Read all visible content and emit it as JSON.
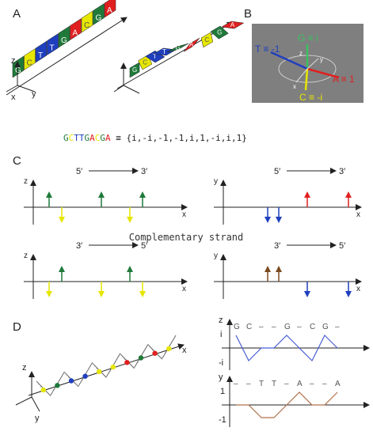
{
  "panels": {
    "a": "A",
    "b": "B",
    "c": "C",
    "d": "D"
  },
  "colors": {
    "G": "#1f7a3a",
    "C": "#e6e600",
    "T": "#1f3fbf",
    "A": "#e02020",
    "gray_box": "#7f7f7f",
    "brown": "#b0704a"
  },
  "panel_a": {
    "axis": {
      "x": "x",
      "y": "y",
      "z": "z"
    },
    "strand_letters": [
      "G",
      "C",
      "T",
      "T",
      "G",
      "A",
      "C",
      "G",
      "A"
    ],
    "twisted_letters": [
      "G",
      "C",
      "T",
      "T",
      "G",
      "A",
      "C",
      "G",
      "A"
    ],
    "sequence": [
      "G",
      "C",
      "T",
      "T",
      "G",
      "A",
      "C",
      "G",
      "A"
    ],
    "equiv": "≡",
    "mapping": "{i,-i,-1,-1,i,1,-i,i,1}"
  },
  "panel_b": {
    "g_label": "G ≡ i",
    "t_label": "T ≡ -1",
    "a_label": "A ≡ 1",
    "c_label": "C ≡ -i",
    "axis": {
      "x": "x",
      "y": "y",
      "z": "z"
    }
  },
  "panel_c": {
    "five_prime": "5′",
    "three_prime": "3′",
    "axis_x": "x",
    "axis_z": "z",
    "axis_y": "y",
    "complementary": "Complementary strand"
  },
  "panel_d": {
    "axis": {
      "x": "x",
      "y": "y",
      "z": "z"
    },
    "plot1": {
      "ylabel": "z",
      "pos": "i",
      "neg": "-i",
      "letters": [
        "G",
        "C",
        "–",
        "–",
        "G",
        "–",
        "C",
        "G",
        "–"
      ]
    },
    "plot2": {
      "ylabel": "y",
      "pos": "1",
      "neg": "-1",
      "letters": [
        "–",
        "–",
        "T",
        "T",
        "–",
        "A",
        "–",
        "–",
        "A"
      ]
    }
  }
}
